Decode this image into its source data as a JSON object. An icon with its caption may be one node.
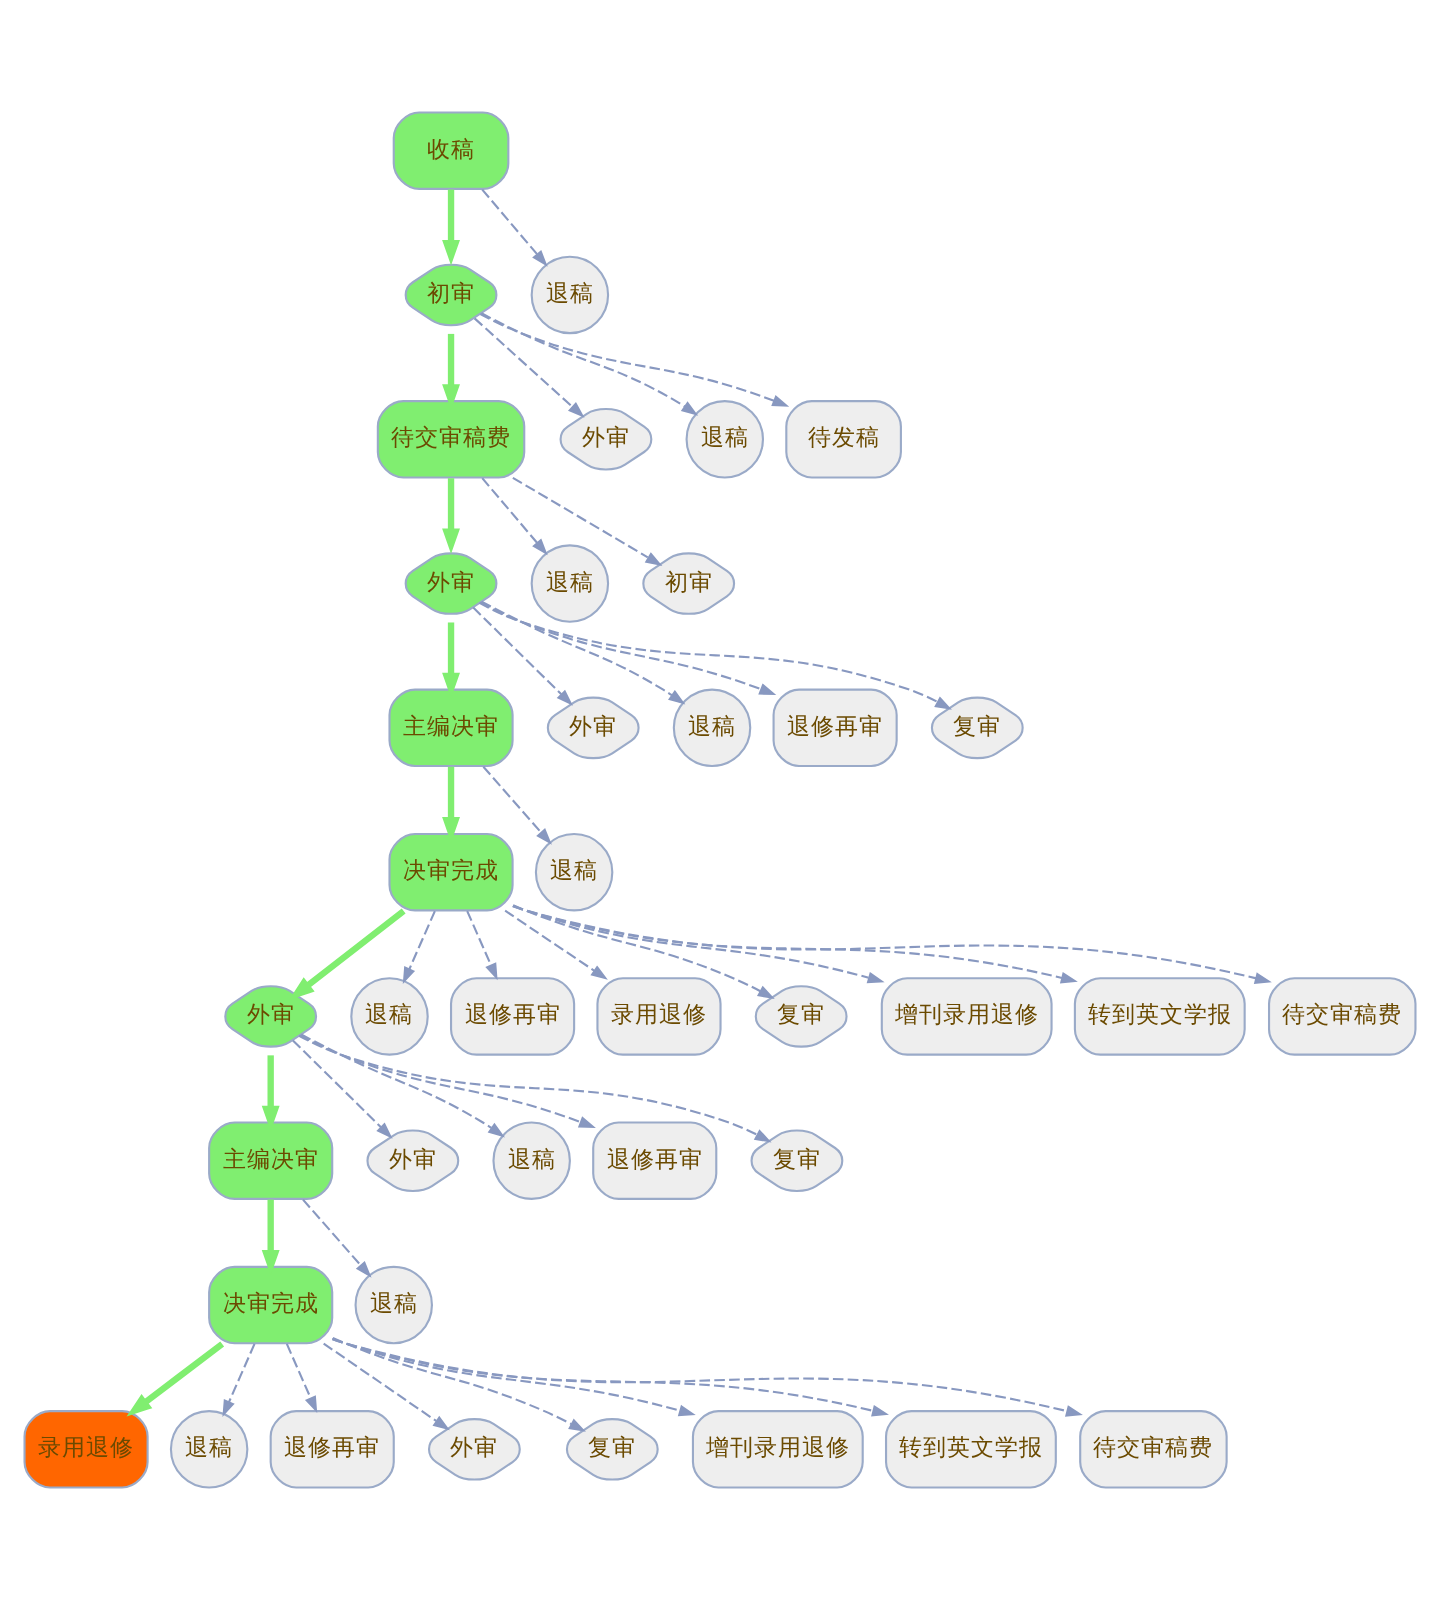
{
  "diagram": {
    "nodes": [
      {
        "text": [
          "收稿"
        ]
      },
      {
        "text": [
          "初审"
        ]
      },
      {
        "text": [
          "退稿"
        ]
      },
      {
        "text": [
          "待交审稿费"
        ]
      },
      {
        "text": [
          "外审"
        ]
      },
      {
        "text": [
          "退稿"
        ]
      },
      {
        "text": [
          "待发稿"
        ]
      },
      {
        "text": [
          "外审"
        ]
      },
      {
        "text": [
          "退稿"
        ]
      },
      {
        "text": [
          "初审"
        ]
      },
      {
        "text": [
          "主编决审"
        ]
      },
      {
        "text": [
          "外审"
        ]
      },
      {
        "text": [
          "退稿"
        ]
      },
      {
        "text": [
          "退修再审"
        ]
      },
      {
        "text": [
          "复审"
        ]
      },
      {
        "text": [
          "决审完成"
        ]
      },
      {
        "text": [
          "退稿"
        ]
      },
      {
        "text": [
          "外审"
        ]
      },
      {
        "text": [
          "退稿"
        ]
      },
      {
        "text": [
          "退修再审"
        ]
      },
      {
        "text": [
          "录用退修"
        ]
      },
      {
        "text": [
          "复审"
        ]
      },
      {
        "text": [
          "增刊录用退修"
        ]
      },
      {
        "text": [
          "转到英文学报"
        ]
      },
      {
        "text": [
          "待交审稿费"
        ]
      },
      {
        "text": [
          "主编决审"
        ]
      },
      {
        "text": [
          "外审"
        ]
      },
      {
        "text": [
          "退稿"
        ]
      },
      {
        "text": [
          "退修再审"
        ]
      },
      {
        "text": [
          "复审"
        ]
      },
      {
        "text": [
          "决审完成"
        ]
      },
      {
        "text": [
          "退稿"
        ]
      },
      {
        "text": [
          "录用退修"
        ]
      },
      {
        "text": [
          "退稿"
        ]
      },
      {
        "text": [
          "退修再审"
        ]
      },
      {
        "text": [
          "外审"
        ]
      },
      {
        "text": [
          "复审"
        ]
      },
      {
        "text": [
          "增刊录用退修"
        ]
      },
      {
        "text": [
          "转到英文学报"
        ]
      },
      {
        "text": [
          "待交审稿费"
        ]
      }
    ],
    "edges": [
      {
        "from": 0,
        "to": 1,
        "arrow": "to",
        "style": "thick",
        "color": "#80ee70"
      },
      {
        "from": 0,
        "to": 2,
        "arrow": "to",
        "style": "dashed"
      },
      {
        "from": 1,
        "to": 3,
        "arrow": "to",
        "style": "thick",
        "color": "#80ee70"
      },
      {
        "from": 1,
        "to": 4,
        "arrow": "to",
        "style": "dashed"
      },
      {
        "from": 1,
        "to": 5,
        "arrow": "to",
        "style": "dashed"
      },
      {
        "from": 1,
        "to": 6,
        "arrow": "to",
        "style": "dashed"
      },
      {
        "from": 3,
        "to": 7,
        "arrow": "to",
        "style": "thick",
        "color": "#80ee70"
      },
      {
        "from": 3,
        "to": 8,
        "arrow": "to",
        "style": "dashed"
      },
      {
        "from": 3,
        "to": 9,
        "arrow": "to",
        "style": "dashed"
      },
      {
        "from": 7,
        "to": 10,
        "arrow": "to",
        "style": "thick",
        "color": "#80ee70"
      },
      {
        "from": 7,
        "to": 11,
        "arrow": "to",
        "style": "dashed"
      },
      {
        "from": 7,
        "to": 12,
        "arrow": "to",
        "style": "dashed"
      },
      {
        "from": 7,
        "to": 13,
        "arrow": "to",
        "style": "dashed"
      },
      {
        "from": 7,
        "to": 14,
        "arrow": "to",
        "style": "dashed"
      },
      {
        "from": 10,
        "to": 15,
        "arrow": "to",
        "style": "thick",
        "color": "#80ee70"
      },
      {
        "from": 10,
        "to": 16,
        "arrow": "to",
        "style": "dashed"
      },
      {
        "from": 15,
        "to": 17,
        "arrow": "to",
        "style": "thick",
        "color": "#80ee70"
      },
      {
        "from": 15,
        "to": 18,
        "arrow": "to",
        "style": "dashed"
      },
      {
        "from": 15,
        "to": 19,
        "arrow": "to",
        "style": "dashed"
      },
      {
        "from": 15,
        "to": 20,
        "arrow": "to",
        "style": "dashed"
      },
      {
        "from": 15,
        "to": 21,
        "arrow": "to",
        "style": "dashed"
      },
      {
        "from": 15,
        "to": 22,
        "arrow": "to",
        "style": "dashed"
      },
      {
        "from": 15,
        "to": 23,
        "arrow": "to",
        "style": "dashed"
      },
      {
        "from": 15,
        "to": 24,
        "arrow": "to",
        "style": "dashed"
      },
      {
        "from": 17,
        "to": 25,
        "arrow": "to",
        "style": "thick",
        "color": "#80ee70"
      },
      {
        "from": 17,
        "to": 26,
        "arrow": "to",
        "style": "dashed"
      },
      {
        "from": 17,
        "to": 27,
        "arrow": "to",
        "style": "dashed"
      },
      {
        "from": 17,
        "to": 28,
        "arrow": "to",
        "style": "dashed"
      },
      {
        "from": 17,
        "to": 29,
        "arrow": "to",
        "style": "dashed"
      },
      {
        "from": 25,
        "to": 30,
        "arrow": "to",
        "style": "thick",
        "color": "#80ee70"
      },
      {
        "from": 25,
        "to": 31,
        "arrow": "to",
        "style": "dashed"
      },
      {
        "from": 30,
        "to": 32,
        "arrow": "to",
        "style": "thick",
        "color": "#80ee70"
      },
      {
        "from": 30,
        "to": 33,
        "arrow": "to",
        "style": "dashed"
      },
      {
        "from": 30,
        "to": 34,
        "arrow": "to",
        "style": "dashed"
      },
      {
        "from": 30,
        "to": 35,
        "arrow": "to",
        "style": "dashed"
      },
      {
        "from": 30,
        "to": 36,
        "arrow": "to",
        "style": "dashed"
      },
      {
        "from": 30,
        "to": 37,
        "arrow": "to",
        "style": "dashed"
      },
      {
        "from": 30,
        "to": 38,
        "arrow": "to",
        "style": "dashed"
      },
      {
        "from": 30,
        "to": 39,
        "arrow": "to",
        "style": "dashed"
      }
    ]
  }
}
